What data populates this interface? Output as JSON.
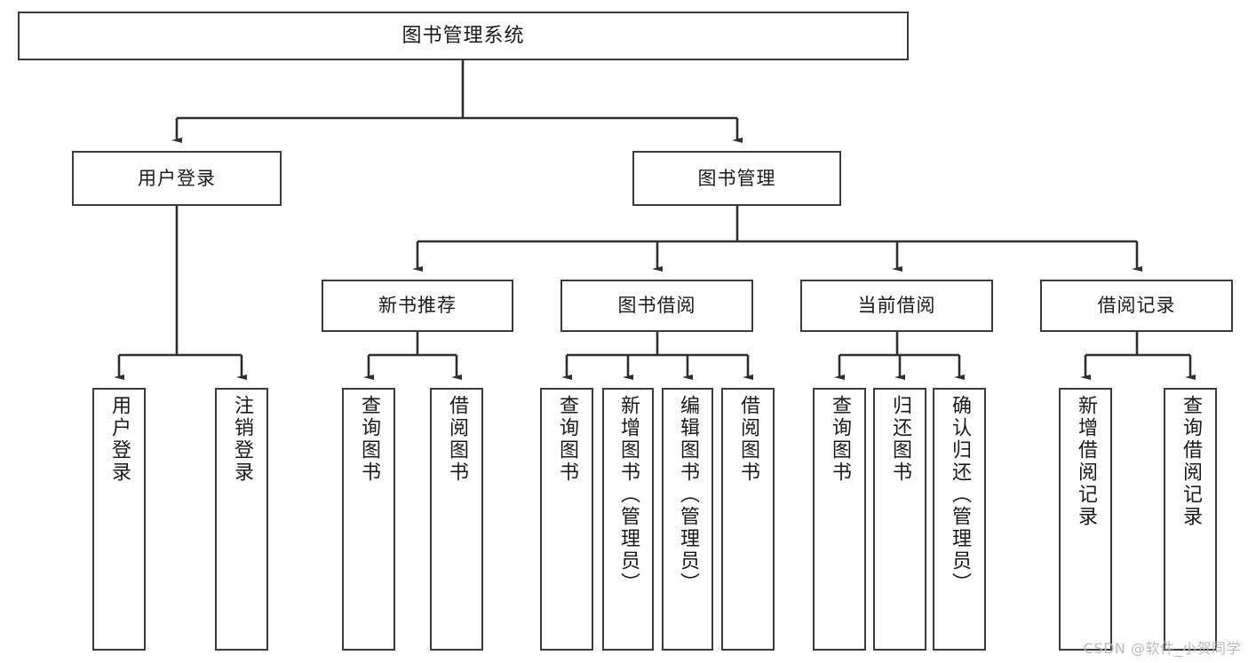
{
  "diagram": {
    "title": "图书管理系统",
    "type": "hierarchy-tree",
    "colors": {
      "box_border": "#3b3b3b",
      "box_fill": "#ffffff",
      "edge": "#2e2e2e",
      "text": "#1a1a1a",
      "watermark": "#b9b9b9"
    },
    "levels": {
      "root": {
        "label": "图书管理系统"
      },
      "level2": [
        {
          "label": "用户登录"
        },
        {
          "label": "图书管理"
        }
      ],
      "level3": [
        {
          "label": "新书推荐"
        },
        {
          "label": "图书借阅"
        },
        {
          "label": "当前借阅"
        },
        {
          "label": "借阅记录"
        }
      ],
      "leaves": {
        "user_login": [
          {
            "label": "用户登录"
          },
          {
            "label": "注销登录"
          }
        ],
        "new_book_recommend": [
          {
            "label": "查询图书"
          },
          {
            "label": "借阅图书"
          }
        ],
        "book_borrow": [
          {
            "label": "查询图书"
          },
          {
            "label": "新增图书（管理员）"
          },
          {
            "label": "编辑图书（管理员）"
          },
          {
            "label": "借阅图书"
          }
        ],
        "current_borrow": [
          {
            "label": "查询图书"
          },
          {
            "label": "归还图书"
          },
          {
            "label": "确认归还（管理员）"
          }
        ],
        "borrow_record": [
          {
            "label": "新增借阅记录"
          },
          {
            "label": "查询借阅记录"
          }
        ]
      }
    }
  },
  "watermark": {
    "text": "CSDN @软件_小贺同学"
  }
}
